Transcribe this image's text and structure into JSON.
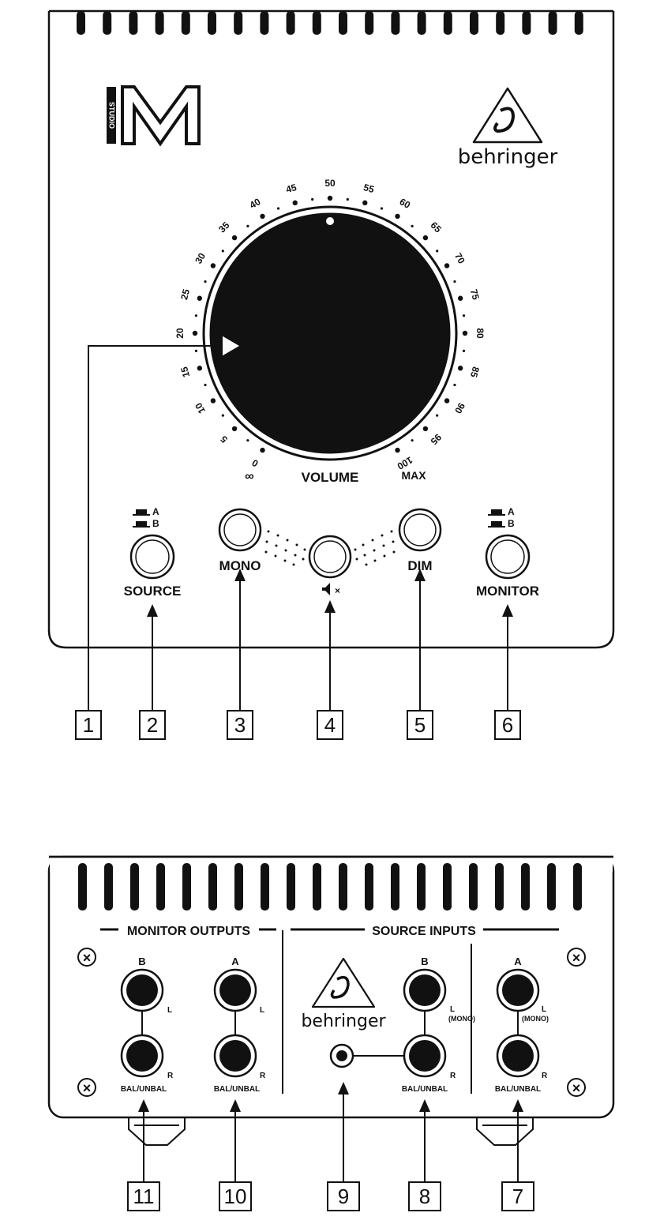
{
  "top_panel": {
    "studio_vertical": "STUDIO",
    "m_logo_letter": "M",
    "brand": "behringer",
    "volume_label": "VOLUME",
    "scale_marks": [
      "0",
      "5",
      "10",
      "15",
      "20",
      "25",
      "30",
      "35",
      "40",
      "45",
      "50",
      "55",
      "60",
      "65",
      "70",
      "75",
      "80",
      "85",
      "90",
      "95",
      "100"
    ],
    "min_label": "∞",
    "max_label": "MAX",
    "source_label": "SOURCE",
    "source_ab": {
      "a": "A",
      "b": "B"
    },
    "mono_label": "MONO",
    "dim_label": "DIM",
    "mute_symbol": "×",
    "monitor_label": "MONITOR",
    "monitor_ab": {
      "a": "A",
      "b": "B"
    }
  },
  "rear_panel": {
    "monitor_outputs_label": "MONITOR OUTPUTS",
    "source_inputs_label": "SOURCE INPUTS",
    "brand": "behringer",
    "jack_letter_b": "B",
    "jack_letter_a": "A",
    "l_label": "L",
    "r_label": "R",
    "mono_label": "(MONO)",
    "bal_unbal": "BAL/UNBAL",
    "screw_symbol": "×"
  },
  "callouts": [
    "1",
    "2",
    "3",
    "4",
    "5",
    "6",
    "7",
    "8",
    "9",
    "10",
    "11"
  ]
}
